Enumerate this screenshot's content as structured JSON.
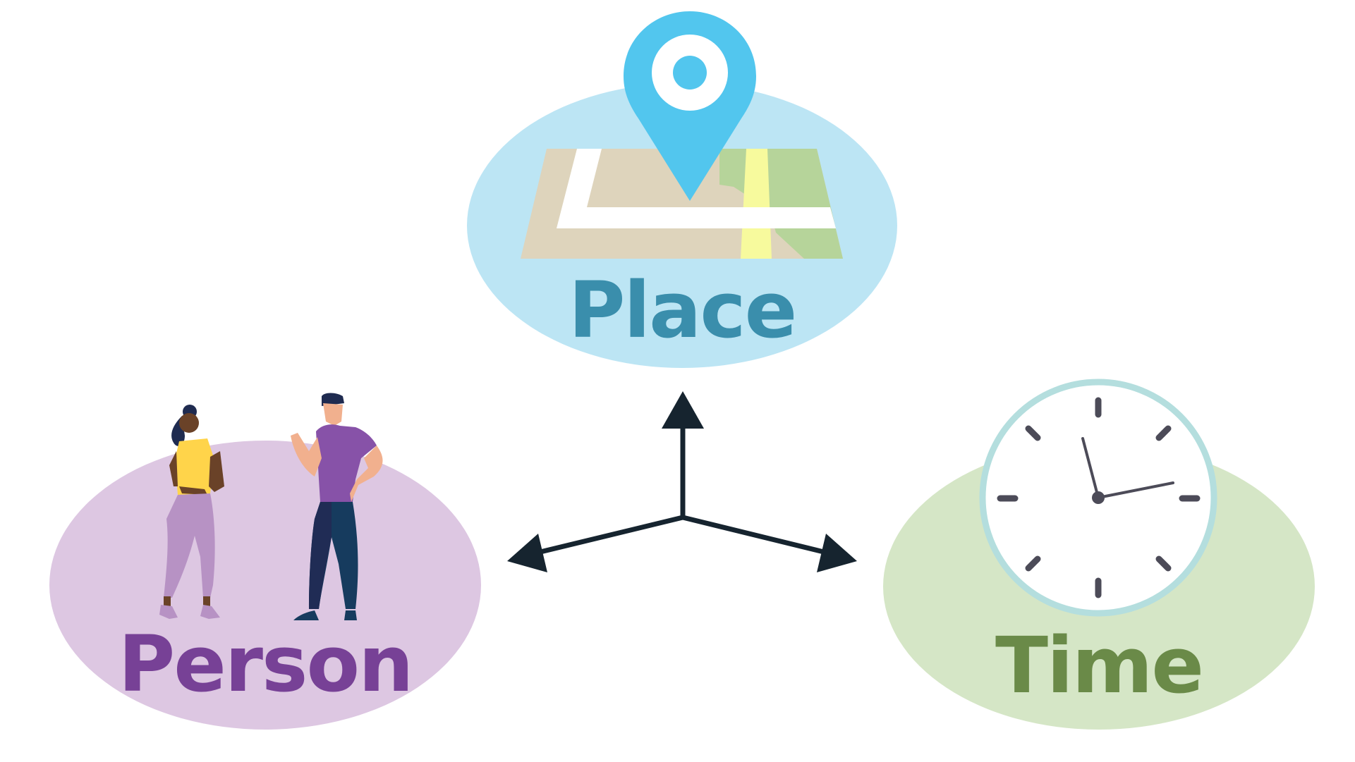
{
  "labels": {
    "place": "Place",
    "person": "Person",
    "time": "Time"
  },
  "colors": {
    "place_ellipse": "#bce5f4",
    "place_text": "#3a8eac",
    "pin": "#52c6ee",
    "map_beige": "#ded4bc",
    "map_green": "#b6d49a",
    "map_yellow": "#f7fa9d",
    "person_ellipse": "#ddc7e2",
    "person_text": "#774196",
    "time_ellipse": "#d5e6c6",
    "time_text": "#6a8a48",
    "clock_rim": "#b4dede",
    "clock_ticks": "#4c4b58",
    "arrows": "#16242f"
  },
  "icons": [
    "map-pin-icon",
    "map-icon",
    "clock-icon",
    "people-icon",
    "arrow-icon"
  ]
}
